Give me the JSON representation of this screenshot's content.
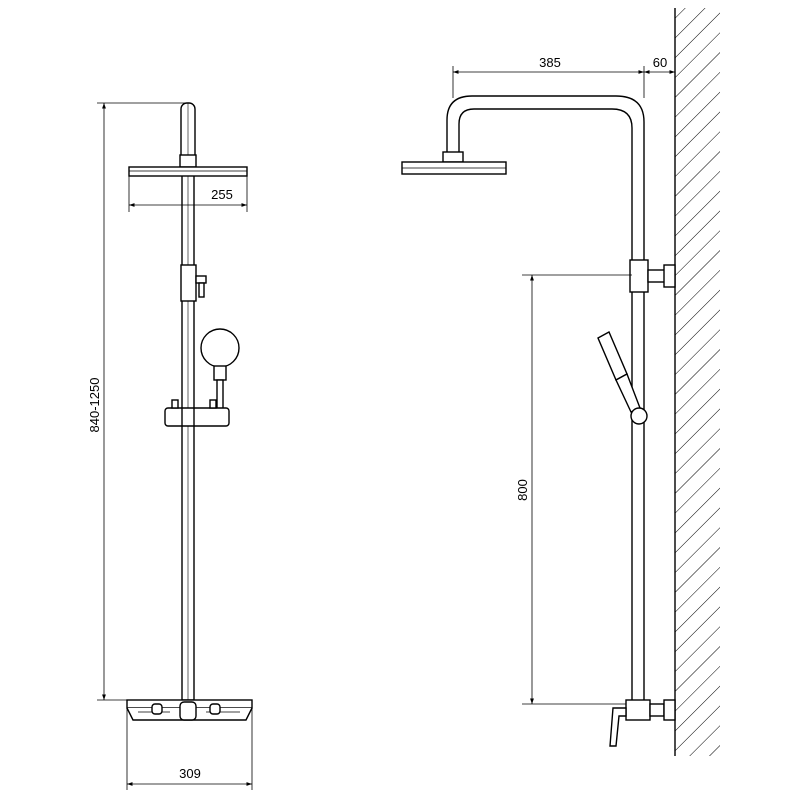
{
  "dimensions": {
    "front": {
      "head_width": "255",
      "height_range": "840-1250",
      "tray_width": "309"
    },
    "side": {
      "arm_length": "385",
      "wall_offset": "60",
      "slide_height": "800"
    }
  }
}
